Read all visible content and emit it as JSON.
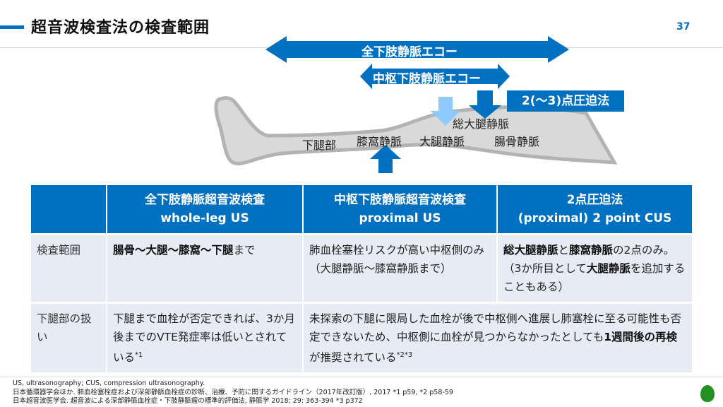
{
  "header": {
    "title": "超音波検査法の検査範囲",
    "page_number": "37"
  },
  "diagram": {
    "arrow_full": "全下肢静脈エコー",
    "arrow_proximal": "中枢下肢静脈エコー",
    "cus_label": "2(〜3)点圧迫法",
    "labels": {
      "lower_leg": "下腿部",
      "popliteal": "膝窩静脈",
      "femoral": "大腿静脈",
      "common_femoral": "総大腿静脈",
      "iliac": "腸骨静脈"
    }
  },
  "table": {
    "headers": [
      {
        "line1": "",
        "line2": ""
      },
      {
        "line1": "全下肢静脈超音波検査",
        "line2": "whole-leg US"
      },
      {
        "line1": "中枢下肢静脈超音波検査",
        "line2": "proximal US"
      },
      {
        "line1": "2点圧迫法",
        "line2": "(proximal) 2 point CUS"
      }
    ],
    "rows": [
      {
        "header": "検査範囲",
        "cells": [
          [
            {
              "t": "腸骨〜大腿〜膝窩〜下腿",
              "b": true
            },
            {
              "t": "まで"
            }
          ],
          [
            {
              "t": "肺血栓塞栓リスクが高い中枢側のみ（大腿静脈〜膝窩静脈まで）"
            }
          ],
          [
            {
              "t": "総大腿静脈",
              "b": true
            },
            {
              "t": "と"
            },
            {
              "t": "膝窩静脈",
              "b": true
            },
            {
              "t": "の2点のみ。（3か所目として"
            },
            {
              "t": "大腿静脈",
              "b": true
            },
            {
              "t": "を追加することもある）"
            }
          ]
        ]
      },
      {
        "header": "下腿部の扱い",
        "cells": [
          [
            {
              "t": "下腿まで血栓が否定できれば、3か月後までのVTE発症率は低いとされている"
            },
            {
              "t": "*1",
              "sup": true
            }
          ],
          [
            {
              "t": "未探索の下腿に限局した血栓が後で中枢側へ進展し肺塞栓に至る可能性も否定できないため、中枢側に血栓が見つからなかったとしても"
            },
            {
              "t": "1週間後の再検",
              "b": true
            },
            {
              "t": "が推奨されている"
            },
            {
              "t": "*2*3",
              "sup": true
            }
          ]
        ]
      }
    ]
  },
  "footer": {
    "lines": [
      "US, ultrasonography; CUS, compression ultrasonography.",
      "日本循環器学会ほか. 肺血栓塞栓症および深部静脈血栓症の診断、治療、予防に関するガイドライン（2017年改訂版）, 2017 *1 p59, *2 p58-59",
      "日本超音波医学会. 超音波による深部静脈血栓症・下肢静脈瘤の標準的評価法, 静脈学 2018; 29: 363-394 *3 p372"
    ]
  },
  "colors": {
    "primary": "#0070c0",
    "light_arrow": "#8fcaff",
    "leg": "#d9d9d9",
    "row_bg": "#e7ebf3",
    "logo": "#22911f"
  }
}
